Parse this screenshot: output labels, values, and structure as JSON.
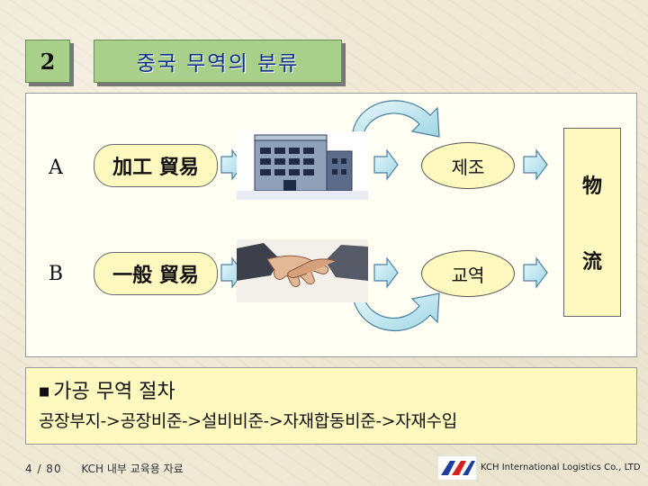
{
  "header": {
    "number": "2",
    "title": "중국 무역의 분류"
  },
  "rows": [
    {
      "letter": "A",
      "label": "加工 貿易",
      "result": "제조"
    },
    {
      "letter": "B",
      "label": "一般 貿易",
      "result": "교역"
    }
  ],
  "logistics": {
    "char1": "物",
    "char2": "流"
  },
  "process": {
    "title": "가공 무역 절차",
    "steps": "공장부지->공장비준->설비비준->자재합동비준->자재수입"
  },
  "footer": {
    "page": "4 / 80",
    "note": "KCH 내부 교육용 자료",
    "company": "KCH International Logistics Co., LTD"
  },
  "colors": {
    "header_green": "#a8d08a",
    "title_blue": "#0c2f8f",
    "pill_yellow": "#fff8bf",
    "arrow_fill": "#c9ecf3"
  },
  "icons": [
    "factory-building-icon",
    "handshake-icon",
    "curved-arrow-icon",
    "kch-logo"
  ]
}
